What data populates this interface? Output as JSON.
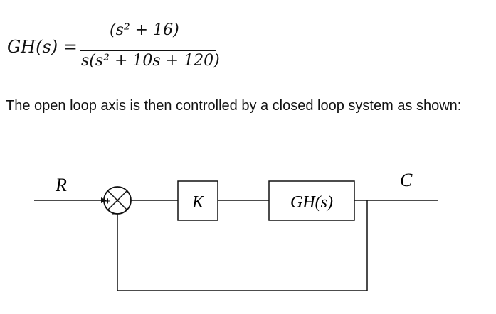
{
  "equation": {
    "lhs": "GH(s) =",
    "numerator": "(s² + 16)",
    "denominator": "s(s² + 10s + 120)"
  },
  "paragraph": "The open loop axis is then controlled by a closed loop system as shown:",
  "diagram": {
    "input_label": "R",
    "output_label": "C",
    "summer_plus": "+",
    "summer_minus": "—",
    "gain_block": "K",
    "plant_block": "GH(s)"
  }
}
